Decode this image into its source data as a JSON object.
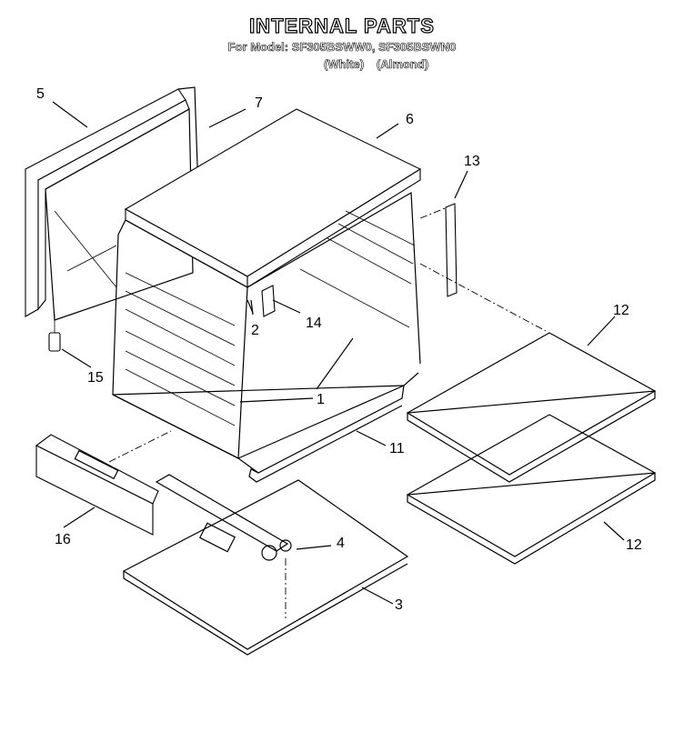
{
  "header": {
    "title": "INTERNAL PARTS",
    "model_line": "For Model: SF305BSWW0, SF305BSWN0",
    "variant_white": "(White)",
    "variant_almond": "(Almond)"
  },
  "callouts": [
    "5",
    "7",
    "6",
    "13",
    "12",
    "2",
    "14",
    "15",
    "1",
    "11",
    "16",
    "4",
    "12",
    "3"
  ],
  "colors": {
    "ink": "#000000",
    "paper": "#ffffff",
    "insulation": "#8a8a8a"
  }
}
